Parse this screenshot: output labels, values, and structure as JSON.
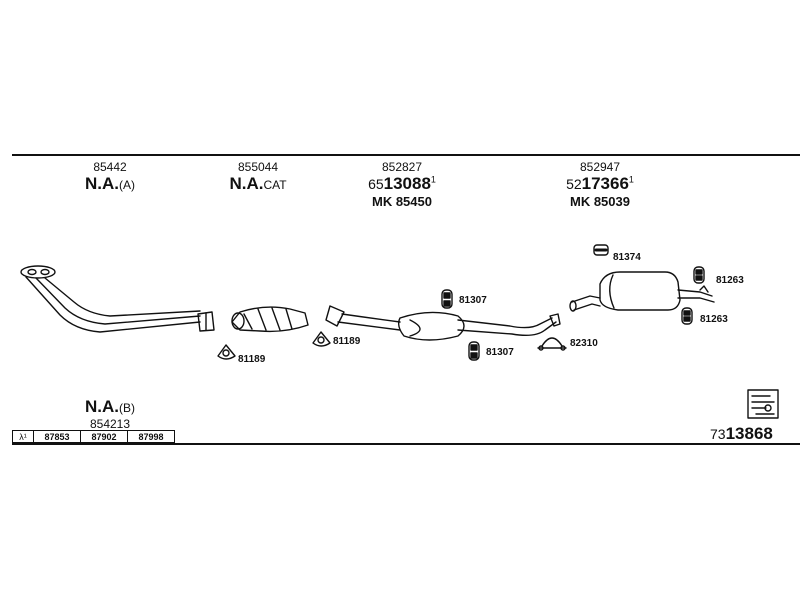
{
  "header_columns": [
    {
      "code": "85442",
      "label_bold": "N.A.",
      "label_rest": "(A)"
    },
    {
      "code": "855044",
      "label_bold": "N.A.",
      "label_rest": "CAT"
    },
    {
      "code": "852827",
      "line2_prefix": "65",
      "line2_bold": "13088",
      "line2_sup": "1",
      "mk": "MK  85450"
    },
    {
      "code": "852947",
      "line2_prefix": "52",
      "line2_bold": "17366",
      "line2_sup": "1",
      "mk": "MK  85039"
    }
  ],
  "parts": {
    "gasket_1": "81189",
    "gasket_2": "81189",
    "hanger_1": "81307",
    "hanger_2": "81307",
    "clamp": "82310",
    "hanger_3": "81374",
    "hanger_4": "81263",
    "hanger_5": "81263"
  },
  "bottom_left": {
    "label_bold": "N.A.",
    "label_rest": "(B)",
    "code": "854213"
  },
  "lambda_table": {
    "symbol": "λ¹",
    "values": [
      "87853",
      "87902",
      "87998"
    ]
  },
  "catalog_number": {
    "prefix": "73",
    "bold": "13868"
  }
}
